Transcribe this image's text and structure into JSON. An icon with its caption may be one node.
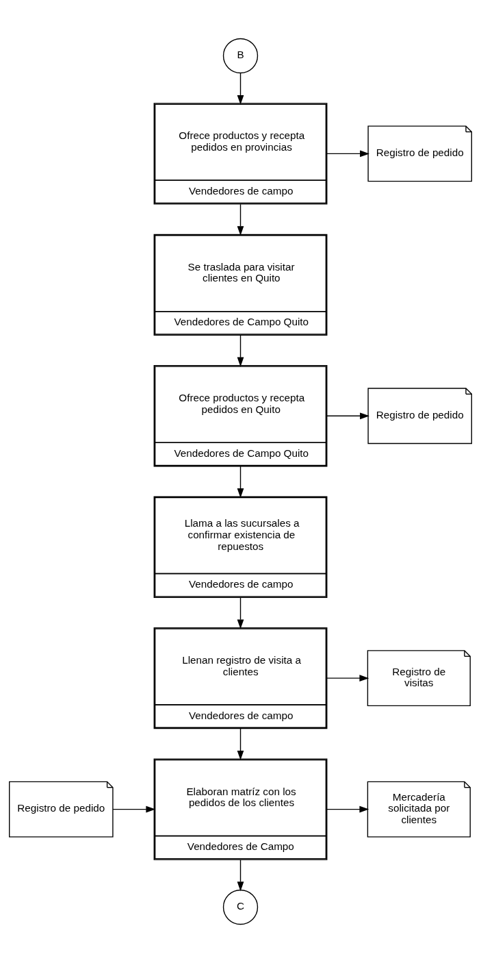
{
  "diagram": {
    "nodes": [
      {
        "text": [
          "B"
        ]
      },
      {
        "text": [
          "Ofrece productos y recepta pedidos en provincias",
          "Vendedores de campo"
        ]
      },
      {
        "text": [
          "Registro de pedido"
        ]
      },
      {
        "text": [
          "Se traslada para visitar clientes en Quito",
          "Vendedores de Campo Quito"
        ]
      },
      {
        "text": [
          "Ofrece productos y recepta pedidos en Quito",
          "Vendedores de Campo Quito"
        ]
      },
      {
        "text": [
          "Registro de pedido"
        ]
      },
      {
        "text": [
          "Llama a las sucursales a confirmar existencia de repuestos",
          "Vendedores de campo"
        ]
      },
      {
        "text": [
          "Llenan registro de visita a clientes",
          "Vendedores de campo"
        ]
      },
      {
        "text": [
          "Registro de visitas"
        ]
      },
      {
        "text": [
          "Registro de pedido"
        ]
      },
      {
        "text": [
          "Elaboran matríz con los pedidos de los clientes",
          "Vendedores de Campo"
        ]
      },
      {
        "text": [
          "Mercadería solicitada por clientes"
        ]
      },
      {
        "text": [
          "C"
        ]
      }
    ],
    "edges": [
      {
        "from": 0,
        "to": 1,
        "arrow": "to"
      },
      {
        "from": 1,
        "to": 2,
        "arrow": "to"
      },
      {
        "from": 1,
        "to": 3,
        "arrow": "to"
      },
      {
        "from": 3,
        "to": 4,
        "arrow": "to"
      },
      {
        "from": 4,
        "to": 5,
        "arrow": "to"
      },
      {
        "from": 4,
        "to": 6,
        "arrow": "to"
      },
      {
        "from": 6,
        "to": 7,
        "arrow": "to"
      },
      {
        "from": 7,
        "to": 8,
        "arrow": "to"
      },
      {
        "from": 7,
        "to": 10,
        "arrow": "to"
      },
      {
        "from": 9,
        "to": 10,
        "arrow": "to"
      },
      {
        "from": 10,
        "to": 11,
        "arrow": "to"
      },
      {
        "from": 10,
        "to": 12,
        "arrow": "to"
      }
    ]
  }
}
